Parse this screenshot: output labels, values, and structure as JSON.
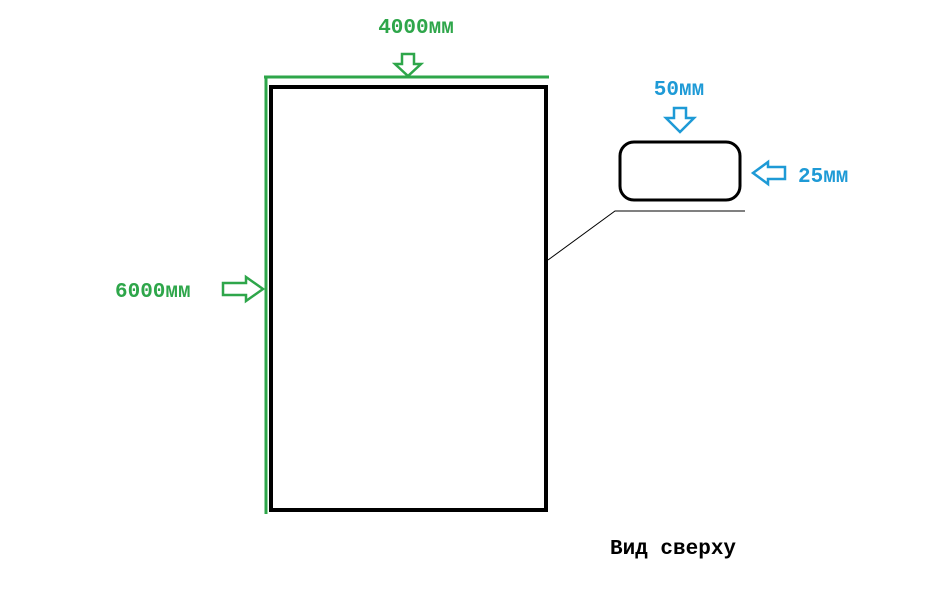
{
  "labels": {
    "width": "4000мм",
    "height": "6000мм",
    "profile_width": "50мм",
    "profile_height": "25мм",
    "view": "Вид сверху"
  },
  "colors": {
    "main_dimension": "#2ea64a",
    "profile_dimension": "#1e9ad6",
    "outline": "#000000"
  }
}
